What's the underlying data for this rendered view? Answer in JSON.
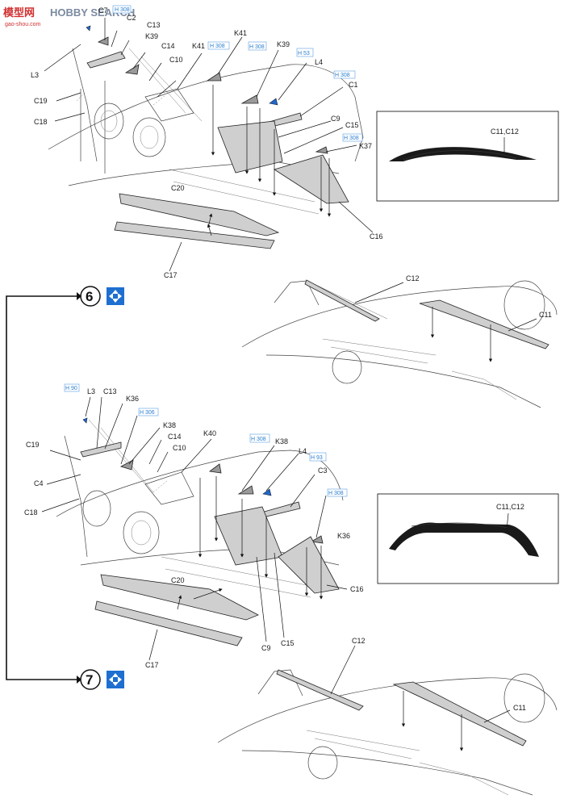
{
  "watermark": {
    "brand_main": "模型网",
    "brand_search": "HOBBY SEARCH",
    "site": "gao-shou.com"
  },
  "upper": {
    "labels": {
      "l3": "L3",
      "c7": "C7",
      "c2": "C2",
      "c13": "C13",
      "k39a": "K39",
      "c14": "C14",
      "c10": "C10",
      "k41a": "K41",
      "c19": "C19",
      "c18": "C18",
      "k41b": "K41",
      "k39b": "K39",
      "l4": "L4",
      "c1": "C1",
      "c9": "C9",
      "c15": "C15",
      "k37": "K37",
      "c16": "C16",
      "c20": "C20",
      "c17": "C17"
    },
    "h_codes": {
      "h_top": "H 308",
      "h_k41": "H 308",
      "h_308b": "H 308",
      "h_53": "H 53",
      "h_l4": "H 308",
      "h_k37": "H 308"
    },
    "inset_label": "C11,C12"
  },
  "step6": {
    "number": "6",
    "labels": {
      "c12": "C12",
      "c11": "C11"
    }
  },
  "lower": {
    "labels": {
      "l3": "L3",
      "c13": "C13",
      "k36a": "K36",
      "k38a": "K38",
      "c14": "C14",
      "c10": "C10",
      "c19": "C19",
      "c4": "C4",
      "c18": "C18",
      "k40": "K40",
      "k38b": "K38",
      "l4": "L4",
      "c3": "C3",
      "k36b": "K36",
      "c16": "C16",
      "c20": "C20",
      "c9": "C9",
      "c15": "C15",
      "c17": "C17"
    },
    "h_codes": {
      "h_90": "H 90",
      "h_306": "H 306",
      "h_308a": "H 308",
      "h_93": "H 93",
      "h_308b": "H 308"
    },
    "inset_label": "C11,C12"
  },
  "step7": {
    "number": "7",
    "labels": {
      "c12": "C12",
      "c11": "C11"
    }
  },
  "colors": {
    "hcode": "#2a7fd0",
    "step_icon": "#1e6fd0",
    "watermark": "#d03030"
  }
}
